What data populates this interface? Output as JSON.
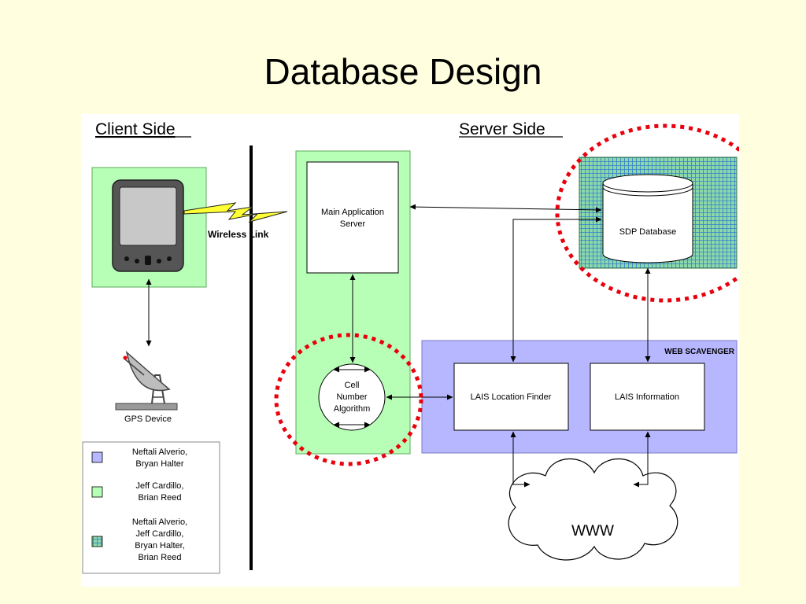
{
  "slide": {
    "title": "Database Design"
  },
  "diagram": {
    "headings": {
      "client": "Client Side",
      "server": "Server Side"
    },
    "wireless_label": "Wireless Link",
    "gps_label": "GPS Device",
    "main_server": {
      "line1": "Main Application",
      "line2": "Server"
    },
    "sdp_database": "SDP Database",
    "web_scavenger": "WEB SCAVENGER",
    "cell_algorithm": {
      "line1": "Cell",
      "line2": "Number",
      "line3": "Algorithm"
    },
    "lais_finder": "LAIS Location Finder",
    "lais_info": "LAIS Information",
    "www": "WWW"
  },
  "legend": {
    "items": [
      {
        "swatch": "#B7B7FF",
        "lines": [
          "Neftali Alverio,",
          "Bryan Halter"
        ]
      },
      {
        "swatch": "#B7FFB7",
        "lines": [
          "Jeff Cardillo,",
          "Brian Reed"
        ]
      },
      {
        "swatch": "pattern",
        "lines": [
          "Neftali Alverio,",
          "Jeff Cardillo,",
          "Bryan Halter,",
          "Brian Reed"
        ]
      }
    ]
  },
  "colors": {
    "green": "#B7FFB7",
    "blue": "#B7B7FF",
    "highlight": "#E8000C",
    "bolt": "#FFFF33"
  }
}
